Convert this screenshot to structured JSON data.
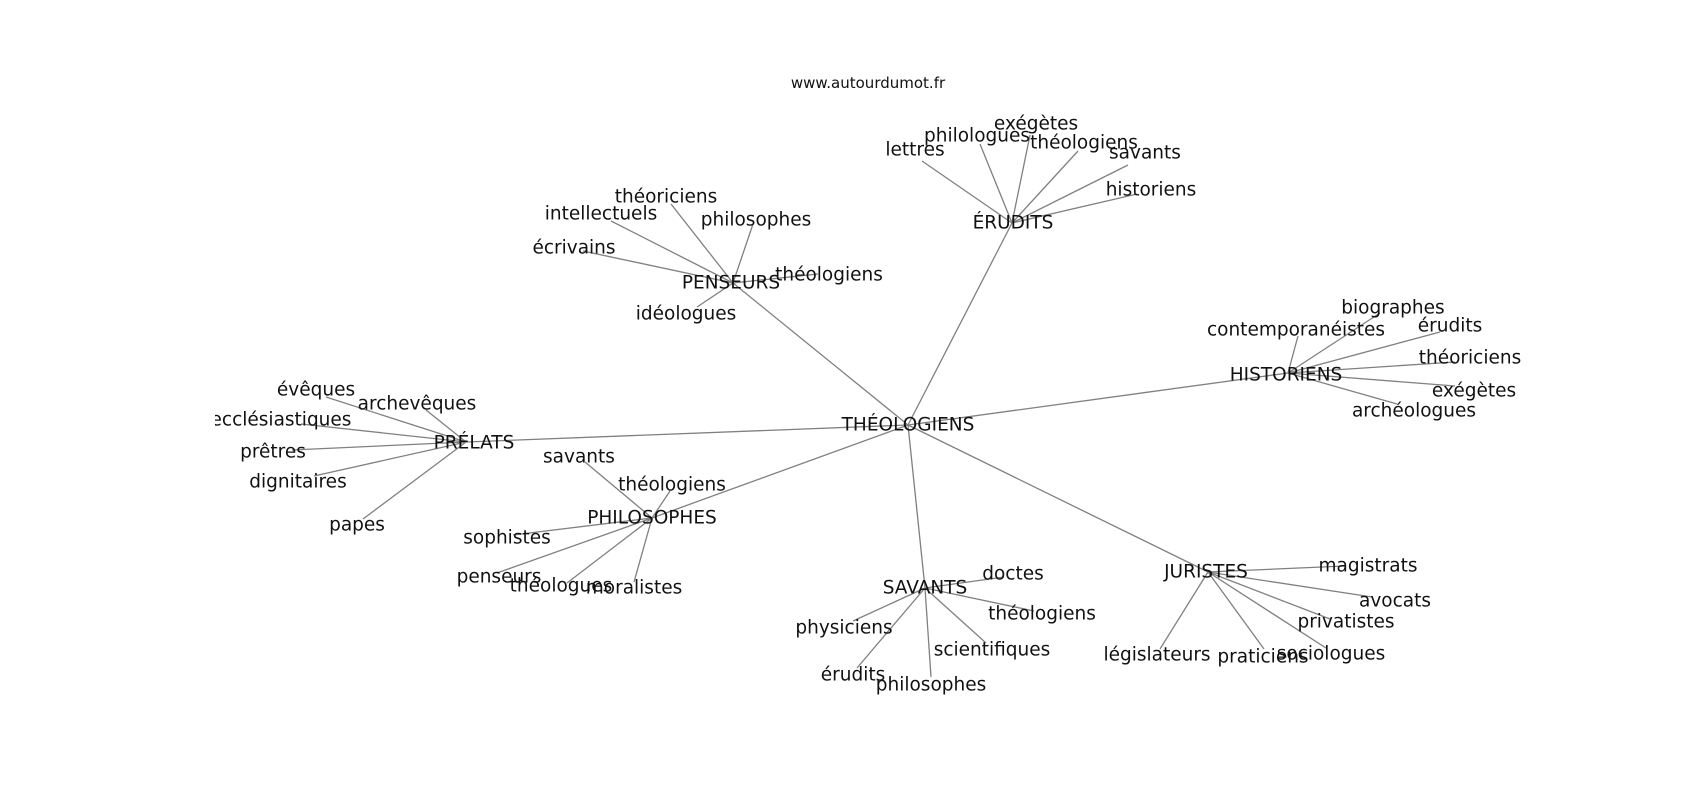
{
  "site_label": "www.autourdumot.fr",
  "colors": {
    "edge": "#808080",
    "text": "#111111",
    "background": "#ffffff"
  },
  "graph": {
    "center": "THÉOLOGIENS",
    "groups": [
      {
        "hub": "ÉRUDITS",
        "words": [
          "lettres",
          "philologues",
          "exégètes",
          "théologiens",
          "savants",
          "historiens"
        ]
      },
      {
        "hub": "PENSEURS",
        "words": [
          "théoriciens",
          "intellectuels",
          "philosophes",
          "écrivains",
          "théologiens",
          "idéologues"
        ]
      },
      {
        "hub": "HISTORIENS",
        "words": [
          "biographes",
          "contemporanéistes",
          "érudits",
          "théoriciens",
          "exégètes",
          "archéologues"
        ]
      },
      {
        "hub": "PRÉLATS",
        "words": [
          "évêques",
          "archevêques",
          "ecclésiastiques",
          "prêtres",
          "dignitaires",
          "papes"
        ]
      },
      {
        "hub": "PHILOSOPHES",
        "words": [
          "savants",
          "théologiens",
          "sophistes",
          "penseurs",
          "théologues",
          "moralistes"
        ]
      },
      {
        "hub": "SAVANTS",
        "words": [
          "doctes",
          "théologiens",
          "physiciens",
          "scientifiques",
          "érudits",
          "philosophes"
        ]
      },
      {
        "hub": "JURISTES",
        "words": [
          "magistrats",
          "avocats",
          "privatistes",
          "législateurs",
          "praticiens",
          "sociologues"
        ]
      }
    ]
  }
}
